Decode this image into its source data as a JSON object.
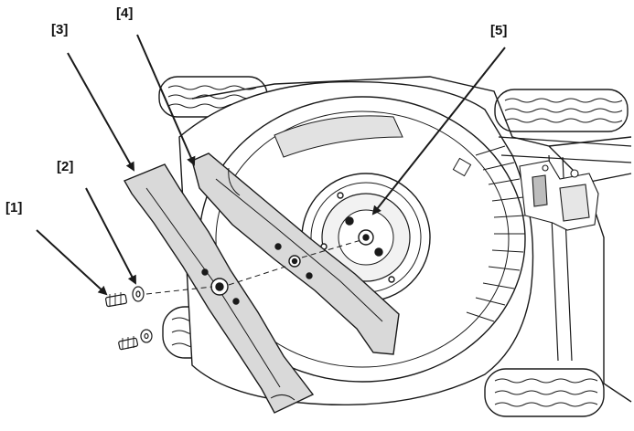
{
  "callouts": {
    "c1": "[1]",
    "c2": "[2]",
    "c3": "[3]",
    "c4": "[4]",
    "c5": "[5]"
  },
  "colors": {
    "line": "#1a1a1a",
    "blade_fill": "#d9d9d9",
    "deck_fill": "#ffffff",
    "shade": "#bdbdbd"
  }
}
